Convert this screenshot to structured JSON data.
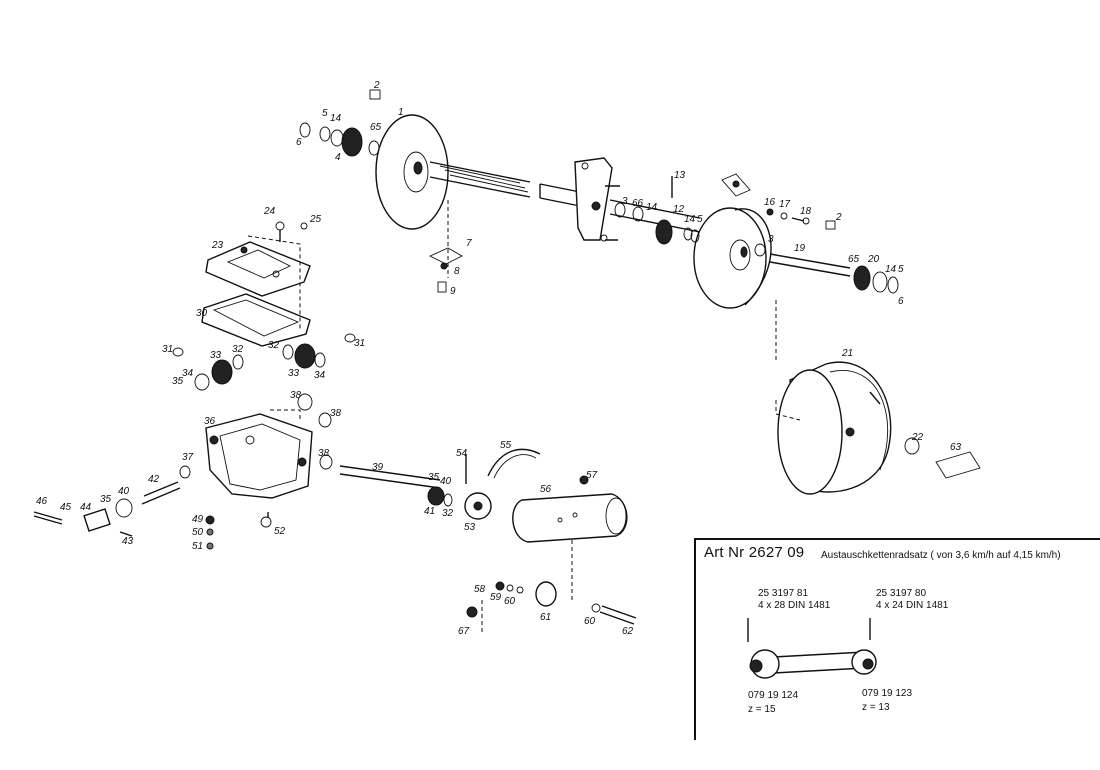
{
  "parts": [
    {
      "id": "p1",
      "text": "1"
    },
    {
      "id": "p2a",
      "text": "2"
    },
    {
      "id": "p2b",
      "text": "2"
    },
    {
      "id": "p3a",
      "text": "3"
    },
    {
      "id": "p3b",
      "text": "3"
    },
    {
      "id": "p4",
      "text": "4"
    },
    {
      "id": "p5a",
      "text": "5"
    },
    {
      "id": "p5b",
      "text": "5"
    },
    {
      "id": "p5c",
      "text": "5"
    },
    {
      "id": "p6a",
      "text": "6"
    },
    {
      "id": "p6b",
      "text": "6"
    },
    {
      "id": "p7",
      "text": "7"
    },
    {
      "id": "p8",
      "text": "8"
    },
    {
      "id": "p9",
      "text": "9"
    },
    {
      "id": "p12",
      "text": "12"
    },
    {
      "id": "p13",
      "text": "13"
    },
    {
      "id": "p14a",
      "text": "14"
    },
    {
      "id": "p14b",
      "text": "14"
    },
    {
      "id": "p14c",
      "text": "14"
    },
    {
      "id": "p14d",
      "text": "14"
    },
    {
      "id": "p16",
      "text": "16"
    },
    {
      "id": "p17",
      "text": "17"
    },
    {
      "id": "p18",
      "text": "18"
    },
    {
      "id": "p19",
      "text": "19"
    },
    {
      "id": "p20",
      "text": "20"
    },
    {
      "id": "p21",
      "text": "21"
    },
    {
      "id": "p22",
      "text": "22"
    },
    {
      "id": "p23",
      "text": "23"
    },
    {
      "id": "p24",
      "text": "24"
    },
    {
      "id": "p25",
      "text": "25"
    },
    {
      "id": "p30",
      "text": "30"
    },
    {
      "id": "p31a",
      "text": "31"
    },
    {
      "id": "p31b",
      "text": "31"
    },
    {
      "id": "p32a",
      "text": "32"
    },
    {
      "id": "p32b",
      "text": "32"
    },
    {
      "id": "p32c",
      "text": "32"
    },
    {
      "id": "p33a",
      "text": "33"
    },
    {
      "id": "p33b",
      "text": "33"
    },
    {
      "id": "p34a",
      "text": "34"
    },
    {
      "id": "p34b",
      "text": "34"
    },
    {
      "id": "p35a",
      "text": "35"
    },
    {
      "id": "p35b",
      "text": "35"
    },
    {
      "id": "p35c",
      "text": "35"
    },
    {
      "id": "p36",
      "text": "36"
    },
    {
      "id": "p37",
      "text": "37"
    },
    {
      "id": "p38a",
      "text": "38"
    },
    {
      "id": "p38b",
      "text": "38"
    },
    {
      "id": "p38c",
      "text": "38"
    },
    {
      "id": "p39",
      "text": "39"
    },
    {
      "id": "p40a",
      "text": "40"
    },
    {
      "id": "p40b",
      "text": "40"
    },
    {
      "id": "p41",
      "text": "41"
    },
    {
      "id": "p42",
      "text": "42"
    },
    {
      "id": "p43",
      "text": "43"
    },
    {
      "id": "p44",
      "text": "44"
    },
    {
      "id": "p45",
      "text": "45"
    },
    {
      "id": "p46",
      "text": "46"
    },
    {
      "id": "p49",
      "text": "49"
    },
    {
      "id": "p50",
      "text": "50"
    },
    {
      "id": "p51",
      "text": "51"
    },
    {
      "id": "p52",
      "text": "52"
    },
    {
      "id": "p53",
      "text": "53"
    },
    {
      "id": "p54",
      "text": "54"
    },
    {
      "id": "p55",
      "text": "55"
    },
    {
      "id": "p56",
      "text": "56"
    },
    {
      "id": "p57",
      "text": "57"
    },
    {
      "id": "p58",
      "text": "58"
    },
    {
      "id": "p59",
      "text": "59"
    },
    {
      "id": "p60a",
      "text": "60"
    },
    {
      "id": "p60b",
      "text": "60"
    },
    {
      "id": "p61",
      "text": "61"
    },
    {
      "id": "p62",
      "text": "62"
    },
    {
      "id": "p63",
      "text": "63"
    },
    {
      "id": "p65a",
      "text": "65"
    },
    {
      "id": "p65b",
      "text": "65"
    },
    {
      "id": "p66",
      "text": "66"
    },
    {
      "id": "p67",
      "text": "67"
    }
  ],
  "infobox": {
    "title": "Art Nr 2627 09",
    "description": "Austauschkettenradsatz ( von 3,6 km/h auf 4,15 km/h)",
    "left_part_number": "25 3197 81",
    "left_pin_spec": "4 x 28 DIN 1481",
    "right_part_number": "25 3197 80",
    "right_pin_spec": "4 x 24 DIN 1481",
    "left_sprocket_number": "079 19 124",
    "left_teeth": "z = 15",
    "right_sprocket_number": "079 19 123",
    "right_teeth": "z = 13"
  }
}
